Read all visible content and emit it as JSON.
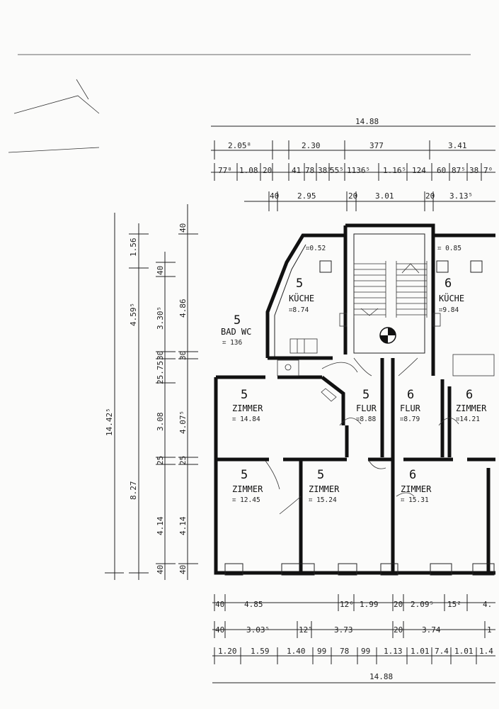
{
  "dims": {
    "top_total": "14.88",
    "top_row1": [
      "2.05⁸",
      "2.30",
      "377",
      "3.41"
    ],
    "top_row2": [
      "77⁸",
      "1.08",
      "20",
      "41",
      "78",
      "38⁵",
      "55⁵",
      "1136⁵",
      "1.16⁵",
      "124",
      "60",
      "87⁵",
      "38",
      "7⁰"
    ],
    "top_row3": [
      "40",
      "2.95",
      "20",
      "3.01",
      "20",
      "3.13⁵"
    ],
    "left_col1": [
      "14.42⁵"
    ],
    "left_col2": [
      "1.56",
      "4.59⁵",
      "8.27"
    ],
    "left_col3": [
      "40",
      "3.30⁵",
      "30",
      "25.75",
      "3.08",
      "25",
      "4.14",
      "40"
    ],
    "left_col4": [
      "40",
      "4.86",
      "30",
      "4.07⁵",
      "25",
      "4.14",
      "40"
    ],
    "bot_row1": [
      "40",
      "4.85",
      "12⁶",
      "1.99",
      "20",
      "2.09⁵",
      "15²",
      "4."
    ],
    "bot_row2": [
      "40",
      "3.03⁵",
      "12⁵",
      "3.73",
      "20",
      "3.74",
      "1"
    ],
    "bot_row3": [
      "1.20",
      "1.59",
      "1.40",
      "99",
      "78",
      "99",
      "1.13",
      "1.01",
      "7.4",
      "1.01",
      "1.4"
    ],
    "bot_total": "14.88"
  },
  "rooms": {
    "kueche5": {
      "num": "5",
      "name": "KÜCHE",
      "area": "⌗8.74"
    },
    "kueche6": {
      "num": "6",
      "name": "KÜCHE",
      "area": "⌗9.84"
    },
    "bad5": {
      "num": "5",
      "name": "BAD WC",
      "area": "⌗ 136"
    },
    "zimmer5a": {
      "num": "5",
      "name": "ZIMMER",
      "area": "⌗ 14.84"
    },
    "flur5": {
      "num": "5",
      "name": "FLUR",
      "area": "⌗8.88"
    },
    "flur6": {
      "num": "6",
      "name": "FLUR",
      "area": "⌗8.79"
    },
    "zimmer6a": {
      "num": "6",
      "name": "ZIMMER",
      "area": "⌗14.21"
    },
    "zimmer5b": {
      "num": "5",
      "name": "ZIMMER",
      "area": "⌗ 12.45"
    },
    "zimmer5c": {
      "num": "5",
      "name": "ZIMMER",
      "area": "⌗ 15.24"
    },
    "zimmer6b": {
      "num": "6",
      "name": "ZIMMER",
      "area": "⌗ 15.31"
    }
  },
  "notes": {
    "balcony5": "⌗0.52",
    "balcony6": "⌗ 0.85"
  }
}
